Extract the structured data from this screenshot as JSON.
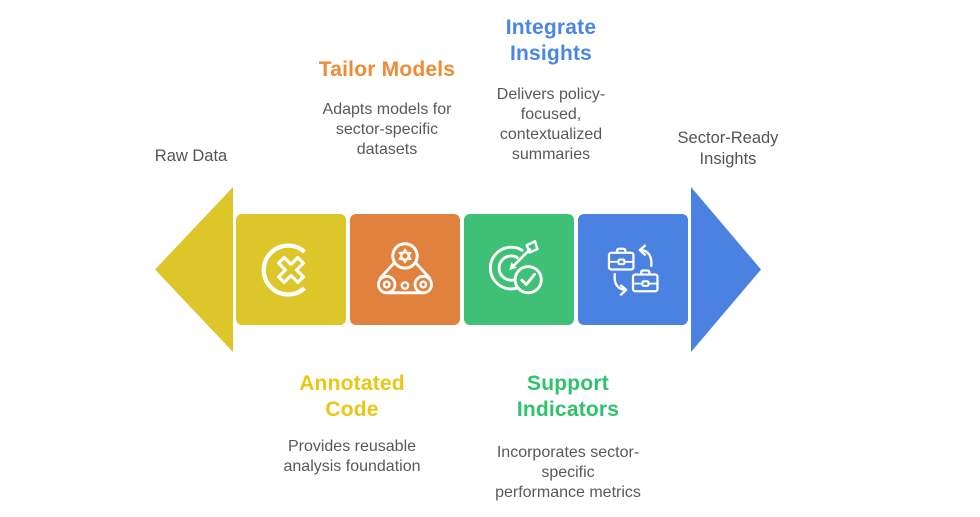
{
  "diagram": {
    "background": "#ffffff",
    "text_color": "#595959",
    "endpoints": {
      "input": "Raw Data",
      "output": "Sector-Ready\nInsights"
    },
    "arrow": {
      "left_color": "#dcc62a",
      "right_color": "#4b81e1"
    },
    "stages": [
      {
        "icon": "code-cross-icon",
        "color": "#dcc62a"
      },
      {
        "icon": "belt-drive-icon",
        "color": "#e0813d"
      },
      {
        "icon": "target-check-icon",
        "color": "#3fc077"
      },
      {
        "icon": "briefcase-exchange-icon",
        "color": "#4b81e1"
      }
    ],
    "callouts": [
      {
        "position": "top",
        "title": "Tailor Models",
        "body": "Adapts models for\nsector-specific\ndatasets",
        "accent": "#ee8b34"
      },
      {
        "position": "top",
        "title": "Integrate\nInsights",
        "body": "Delivers policy-\nfocused,\ncontextualized\nsummaries",
        "accent": "#4a86e8"
      },
      {
        "position": "bottom",
        "title": "Annotated\nCode",
        "body": "Provides reusable\nanalysis foundation",
        "accent": "#e9c715"
      },
      {
        "position": "bottom",
        "title": "Support\nIndicators",
        "body": "Incorporates sector-\nspecific\nperformance metrics",
        "accent": "#2ec26d"
      }
    ]
  }
}
